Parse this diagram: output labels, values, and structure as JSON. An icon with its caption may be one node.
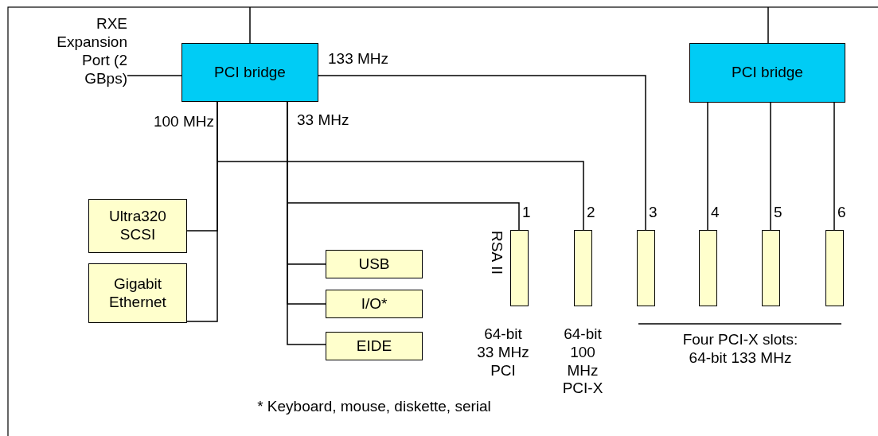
{
  "diagram": {
    "nodes": [
      {
        "text": [
          "RXE Expansion Port (2 GBps)"
        ]
      },
      {
        "text": [
          "PCI bridge"
        ]
      },
      {
        "text": [
          "PCI bridge"
        ]
      },
      {
        "text": [
          "Ultra320 SCSI"
        ]
      },
      {
        "text": [
          "Gigabit Ethernet"
        ]
      },
      {
        "text": [
          "USB"
        ]
      },
      {
        "text": [
          "I/O*"
        ]
      },
      {
        "text": [
          "EIDE"
        ]
      },
      {
        "text": [],
        "shape": "bar",
        "beside": [
          "1",
          "RSA II",
          "64-bit 33 MHz PCI"
        ]
      },
      {
        "text": [],
        "shape": "bar",
        "beside": [
          "2",
          "64-bit 100 MHz PCI-X"
        ]
      },
      {
        "text": [],
        "shape": "bar",
        "beside": [
          "3"
        ]
      },
      {
        "text": [],
        "shape": "bar",
        "beside": [
          "4"
        ]
      },
      {
        "text": [],
        "shape": "bar",
        "beside": [
          "5"
        ]
      },
      {
        "text": [],
        "shape": "bar",
        "beside": [
          "6"
        ]
      }
    ],
    "edges": [
      {
        "from": null,
        "to": 1,
        "arrow": "none"
      },
      {
        "from": 0,
        "to": 1,
        "arrow": "none"
      },
      {
        "from": 1,
        "to": 10,
        "arrow": "none",
        "label": "133 MHz"
      },
      {
        "from": 1,
        "to": 3,
        "arrow": "none",
        "label": "100 MHz"
      },
      {
        "from": 1,
        "to": 4,
        "arrow": "none"
      },
      {
        "from": 1,
        "to": 9,
        "arrow": "none"
      },
      {
        "from": 1,
        "to": 8,
        "arrow": "none",
        "label": "33 MHz"
      },
      {
        "from": 1,
        "to": 5,
        "arrow": "none"
      },
      {
        "from": 1,
        "to": 6,
        "arrow": "none"
      },
      {
        "from": 1,
        "to": 7,
        "arrow": "none"
      },
      {
        "from": null,
        "to": 2,
        "arrow": "none"
      },
      {
        "from": 2,
        "to": 11,
        "arrow": "none"
      },
      {
        "from": 2,
        "to": 12,
        "arrow": "none"
      },
      {
        "from": 2,
        "to": 13,
        "arrow": "none"
      }
    ],
    "labels": [
      "Four PCI-X slots: 64-bit 133 MHz",
      "* Keyboard, mouse, diskette, serial"
    ]
  }
}
